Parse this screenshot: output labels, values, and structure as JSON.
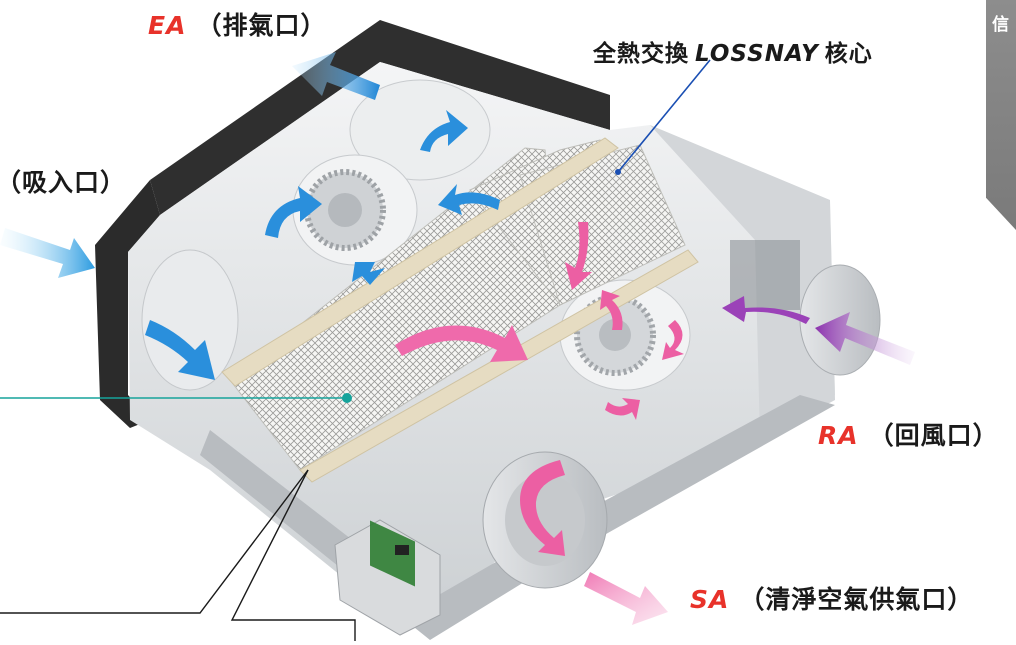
{
  "labels": {
    "ea": {
      "code": "EA",
      "text": "（排氣口）"
    },
    "oa": {
      "text": "（吸入口）"
    },
    "core": {
      "prefix": "全熱交換",
      "code": "LOSSNAY",
      "suffix": "核心"
    },
    "ra": {
      "code": "RA",
      "text": "（回風口）"
    },
    "sa": {
      "code": "SA",
      "text": "（清淨空氣供氣口）"
    }
  },
  "side_tab": {
    "chars": [
      "信"
    ]
  },
  "colors": {
    "code_red": "#e8322a",
    "supply_pink": "#ec5fa3",
    "exhaust_blue": "#2a8fdc",
    "return_purple": "#9b42b8",
    "leader_teal": "#16a39b",
    "housing_dark": "#2d2d2d"
  }
}
